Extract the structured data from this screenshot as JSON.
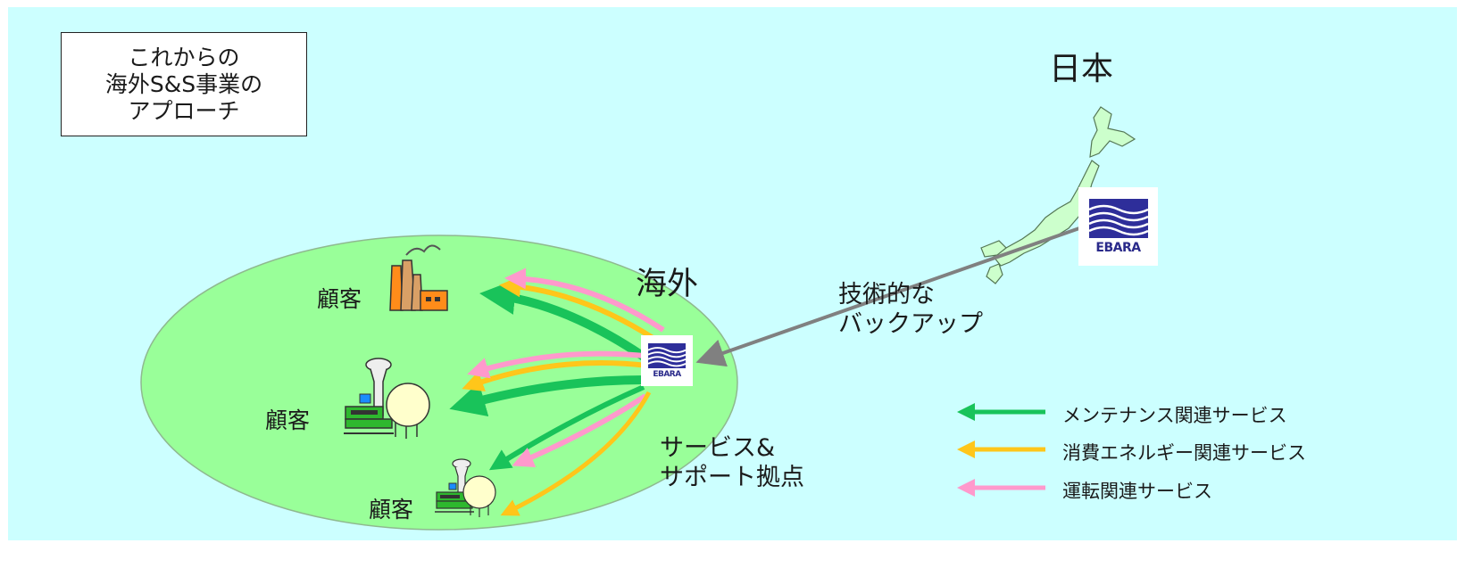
{
  "title_box": {
    "lines": [
      "これからの",
      "海外S&S事業の",
      "アプローチ"
    ]
  },
  "japan_label": "日本",
  "overseas_label": "海外",
  "backup_label": {
    "line1": "技術的な",
    "line2": "バックアップ"
  },
  "service_base_label": {
    "line1": "サービス&",
    "line2": "サポート拠点"
  },
  "customers": [
    {
      "label": "顧客"
    },
    {
      "label": "顧客"
    },
    {
      "label": "顧客"
    }
  ],
  "logo": {
    "wordmark": "EBARA"
  },
  "legend": [
    {
      "label": "メンテナンス関連サービス",
      "color": "#19c35a"
    },
    {
      "label": "消費エネルギー関連サービス",
      "color": "#ffc61a"
    },
    {
      "label": "運転関連サービス",
      "color": "#ff99cc"
    }
  ],
  "colors": {
    "background": "#ccffff",
    "overseas_region": "#99ff99",
    "japan_land": "#ccffcc",
    "backup_arrow": "#808080"
  }
}
